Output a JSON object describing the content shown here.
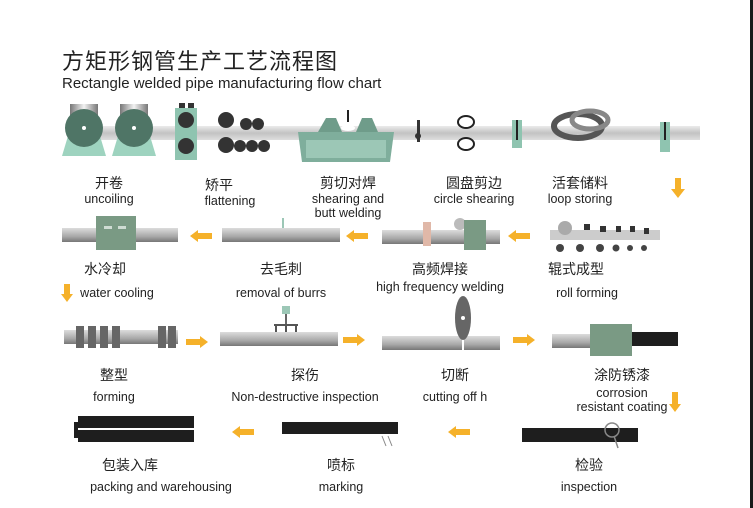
{
  "title": {
    "cn": "方矩形钢管生产工艺流程图",
    "en": "Rectangle welded pipe manufacturing flow chart"
  },
  "colors": {
    "arrow": "#f5b12a",
    "machine_green": "#7a9a84",
    "machine_teal": "#8fc4b0",
    "steel": "#bdbdbd",
    "black_pipe": "#1e1e1e"
  },
  "steps": [
    {
      "cn": "开卷",
      "en": "uncoiling"
    },
    {
      "cn": "矫平",
      "en": "flattening"
    },
    {
      "cn": "剪切对焊",
      "en": "shearing and",
      "en2": "butt welding"
    },
    {
      "cn": "圆盘剪边",
      "en": "circle shearing"
    },
    {
      "cn": "活套储料",
      "en": "loop storing"
    },
    {
      "cn": "水冷却",
      "en": "water cooling"
    },
    {
      "cn": "去毛刺",
      "en": "removal of burrs"
    },
    {
      "cn": "高频焊接",
      "en": "high frequency welding"
    },
    {
      "cn": "辊式成型",
      "en": "roll forming"
    },
    {
      "cn": "整型",
      "en": "forming"
    },
    {
      "cn": "探伤",
      "en": "Non-destructive inspection"
    },
    {
      "cn": "切断",
      "en": "cutting off h"
    },
    {
      "cn": "涂防锈漆",
      "en": "corrosion",
      "en2": "resistant coating"
    },
    {
      "cn": "包装入库",
      "en": "packing and warehousing"
    },
    {
      "cn": "喷标",
      "en": "marking"
    },
    {
      "cn": "检验",
      "en": "inspection"
    }
  ],
  "icons": {
    "arrow_down": "arrow-down-icon",
    "arrow_left": "arrow-left-icon",
    "arrow_right": "arrow-right-icon"
  }
}
